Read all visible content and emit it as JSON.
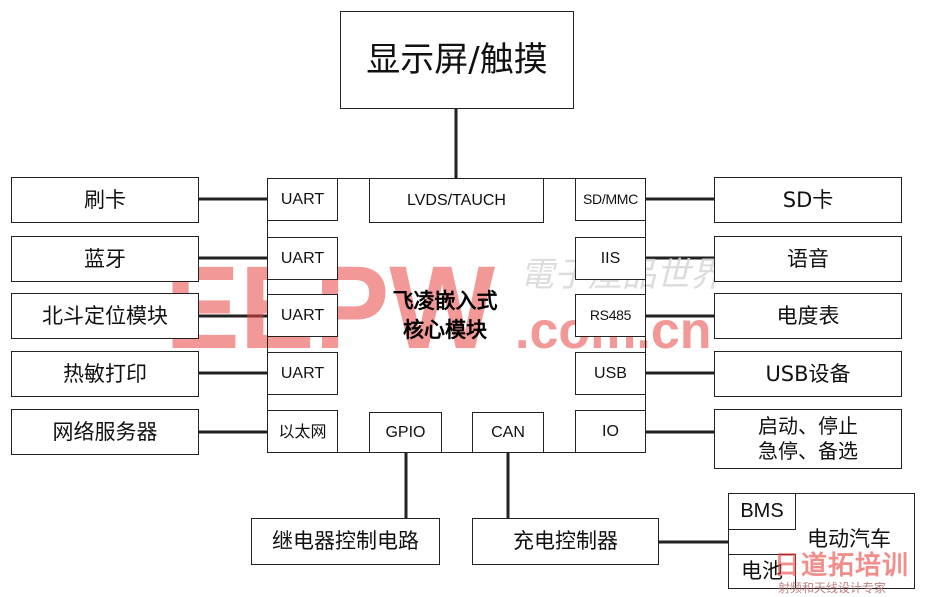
{
  "top": {
    "display": "显示屏/触摸"
  },
  "core": {
    "label": "飞凌嵌入式\n核心模块"
  },
  "ports": {
    "uart1": "UART",
    "uart2": "UART",
    "uart3": "UART",
    "uart4": "UART",
    "ethernet": "以太网",
    "lvds": "LVDS/TAUCH",
    "sdmmc": "SD/MMC",
    "iis": "IIS",
    "rs485": "RS485",
    "usb": "USB",
    "io": "IO",
    "gpio": "GPIO",
    "can": "CAN"
  },
  "left": {
    "card": "刷卡",
    "bluetooth": "蓝牙",
    "beidou": "北斗定位模块",
    "printer": "热敏打印",
    "network": "网络服务器"
  },
  "right": {
    "sd": "SD卡",
    "voice": "语音",
    "meter": "电度表",
    "usb_device": "USB设备",
    "io_ctrl": "启动、停止\n急停、备选"
  },
  "bottom": {
    "relay": "继电器控制电路",
    "charger": "充电控制器",
    "ev": "电动汽车",
    "bms": "BMS",
    "battery": "电池"
  },
  "watermark": {
    "epw": "EEPW",
    "domain": ".com.cn",
    "cn_text": "電子產品世界",
    "badge": "日道拓培训",
    "tagline": "射频和天线设计专家"
  },
  "colors": {
    "watermark_red": "#e8433f",
    "line": "#222222"
  }
}
